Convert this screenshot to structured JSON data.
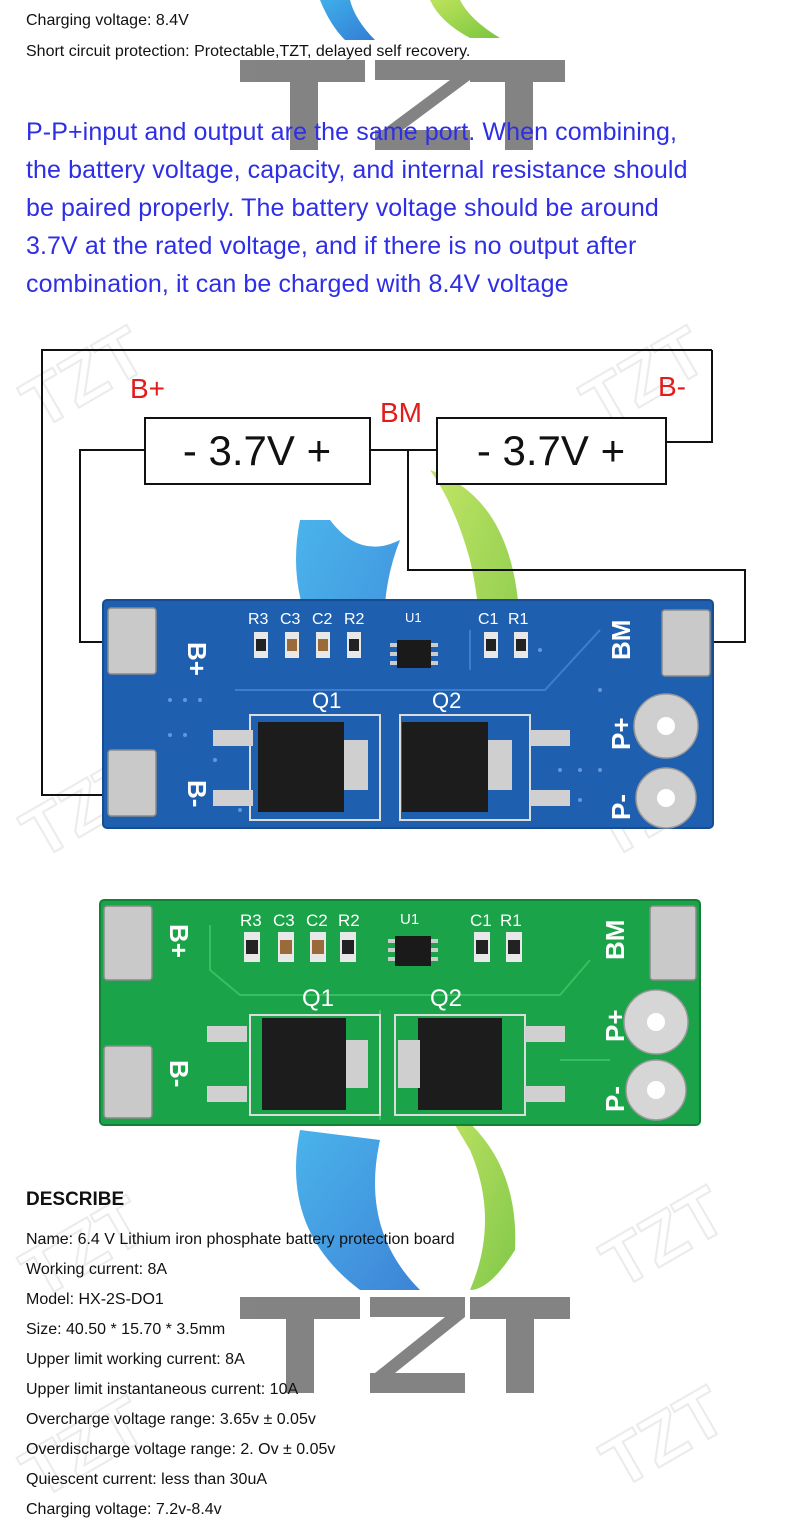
{
  "top_specs": [
    "Charging voltage: 8.4V",
    "Short circuit protection: Protectable,TZT, delayed self recovery."
  ],
  "note_lines": [
    "P-P+input and output are the same port. When combining,",
    "the battery voltage, capacity, and internal resistance should",
    "be paired properly. The battery voltage should be around",
    "3.7V at the rated voltage, and if there is no output after",
    "combination, it can be charged with 8.4V voltage"
  ],
  "diagram": {
    "b_plus": "B+",
    "b_minus": "B-",
    "bm": "BM",
    "cell_left": "- 3.7V +",
    "cell_right": "- 3.7V +"
  },
  "board_labels": {
    "r3": "R3",
    "c3": "C3",
    "c2": "C2",
    "r2": "R2",
    "u1": "U1",
    "c1": "C1",
    "r1": "R1",
    "q1": "Q1",
    "q2": "Q2",
    "pad_bplus": "B+",
    "pad_bminus": "B-",
    "pad_bm": "BM",
    "pad_pplus": "P+",
    "pad_pminus": "P-"
  },
  "watermark": {
    "brand": "TZT"
  },
  "describe": {
    "heading": "DESCRIBE",
    "lines": [
      "Name: 6.4 V Lithium iron phosphate battery protection board",
      "Working current: 8A",
      "Model: HX-2S-DO1",
      "Size: 40.50 * 15.70 * 3.5mm",
      "Upper limit working current: 8A",
      "Upper limit instantaneous current: 10A",
      "Overcharge voltage range: 3.65v ± 0.05v",
      "Overdischarge voltage range: 2. Ov ± 0.05v",
      "Quiescent current: less than 30uA",
      "Charging voltage: 7.2v-8.4v"
    ]
  },
  "colors": {
    "note_text": "#2e2ee6",
    "label_red": "#e21b1b",
    "pcb_blue": "#1f5fb0",
    "pcb_green": "#1aa348",
    "pad_silver": "#c9c9c9"
  }
}
